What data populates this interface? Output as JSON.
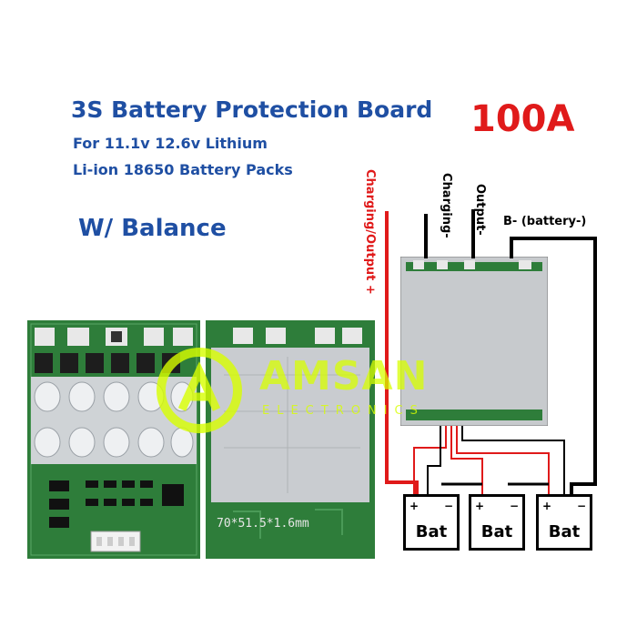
{
  "header": {
    "title": "3S Battery Protection Board",
    "line1": "For 11.1v 12.6v Lithium",
    "line2": "Li-ion 18650 Battery Packs",
    "balance": "W/ Balance",
    "current": "100A"
  },
  "wiring": {
    "charging_output_plus": "Charging/Output +",
    "charging_minus": "Charging-",
    "output_minus": "Output-",
    "b_minus": "B- (battery-)"
  },
  "batteries": [
    {
      "label": "Bat",
      "plus": "+",
      "minus": "−"
    },
    {
      "label": "Bat",
      "plus": "+",
      "minus": "−"
    },
    {
      "label": "Bat",
      "plus": "+",
      "minus": "−"
    }
  ],
  "watermark": {
    "brand": "AMSAN",
    "sub": "ELECTRONICS"
  },
  "board_back": {
    "dimensions": "70*51.5*1.6mm"
  },
  "colors": {
    "title_blue": "#1f4fa3",
    "accent_red": "#e01a1a",
    "pcb_green": "#2e7d3a",
    "watermark": "#d8ff00"
  }
}
